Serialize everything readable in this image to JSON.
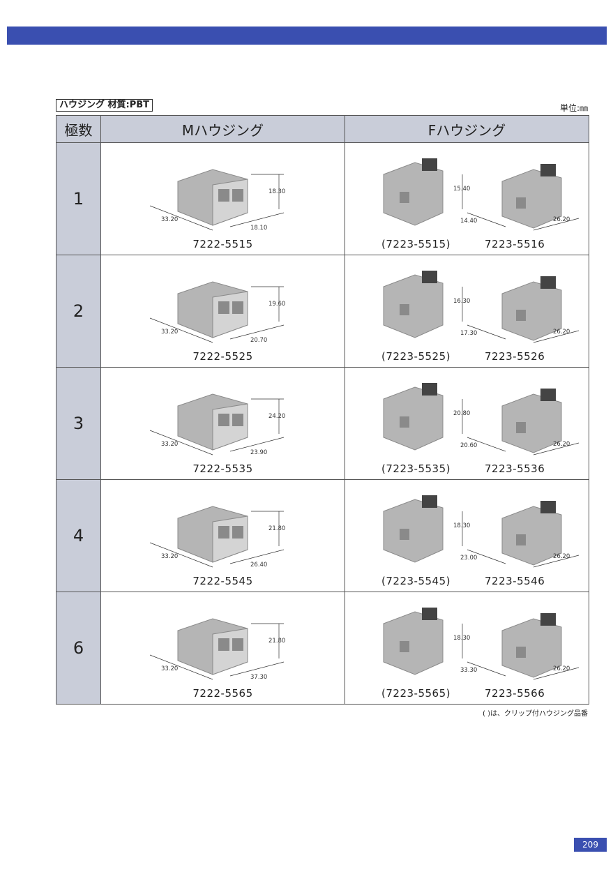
{
  "section_label": "ハウジング 材質:PBT",
  "unit_label": "単位:㎜",
  "headers": {
    "poles": "極数",
    "m_housing": "Mハウジング",
    "f_housing": "Fハウジング"
  },
  "rows": [
    {
      "poles": "1",
      "m_part": "7222-5515",
      "m_dims": [
        "18.30",
        "33.20",
        "18.10"
      ],
      "f_clip_part": "(7223-5515)",
      "f_part": "7223-5516",
      "f_dims": [
        "15.40",
        "14.40",
        "26.20"
      ]
    },
    {
      "poles": "2",
      "m_part": "7222-5525",
      "m_dims": [
        "19.60",
        "33.20",
        "20.70"
      ],
      "f_clip_part": "(7223-5525)",
      "f_part": "7223-5526",
      "f_dims": [
        "16.30",
        "17.30",
        "26.20"
      ]
    },
    {
      "poles": "3",
      "m_part": "7222-5535",
      "m_dims": [
        "24.20",
        "33.20",
        "23.90"
      ],
      "f_clip_part": "(7223-5535)",
      "f_part": "7223-5536",
      "f_dims": [
        "20.80",
        "20.60",
        "26.20"
      ]
    },
    {
      "poles": "4",
      "m_part": "7222-5545",
      "m_dims": [
        "21.80",
        "33.20",
        "26.40"
      ],
      "f_clip_part": "(7223-5545)",
      "f_part": "7223-5546",
      "f_dims": [
        "18.30",
        "23.00",
        "26.20"
      ]
    },
    {
      "poles": "6",
      "m_part": "7222-5565",
      "m_dims": [
        "21.80",
        "33.20",
        "37.30"
      ],
      "f_clip_part": "(7223-5565)",
      "f_part": "7223-5566",
      "f_dims": [
        "18.30",
        "33.30",
        "26.20"
      ]
    }
  ],
  "footnote": "(   )は、クリップ付ハウジング品番",
  "page_number": "209",
  "colors": {
    "band": "#3a4fb0",
    "header_bg": "#c9cdd9",
    "part_gray": "#b8b8b8"
  }
}
